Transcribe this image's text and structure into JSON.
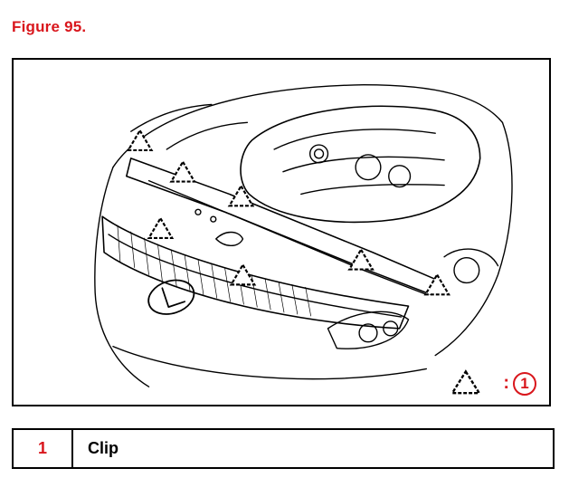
{
  "figure": {
    "title": "Figure 95."
  },
  "legend_key": {
    "separator": ":",
    "number": "1"
  },
  "legend_table": {
    "rows": [
      {
        "number": "1",
        "description": "Clip"
      }
    ]
  },
  "colors": {
    "accent": "#d9161c",
    "line": "#000000"
  },
  "icons": {
    "clip_marker": "dashed-triangle-icon",
    "callout": "numbered-circle-icon"
  }
}
